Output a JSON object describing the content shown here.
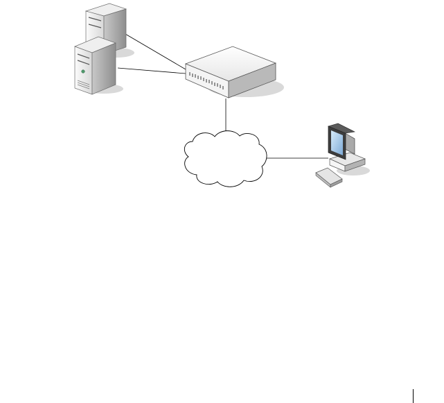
{
  "diagram": {
    "nodes": [
      {
        "id": "server-back",
        "kind": "tower-server"
      },
      {
        "id": "server-front",
        "kind": "tower-server"
      },
      {
        "id": "network-switch",
        "kind": "switch"
      },
      {
        "id": "network-cloud",
        "kind": "cloud"
      },
      {
        "id": "workstation",
        "kind": "desktop-computer"
      }
    ],
    "links": [
      {
        "from": "server-back",
        "to": "network-switch"
      },
      {
        "from": "server-front",
        "to": "network-switch"
      },
      {
        "from": "network-switch",
        "to": "network-cloud"
      },
      {
        "from": "network-cloud",
        "to": "workstation"
      }
    ]
  },
  "colors": {
    "line": "#000000",
    "device_light": "#f2f2f2",
    "device_mid": "#d4d4d4",
    "device_dark": "#9a9a9a",
    "shadow": "#d9d9d9",
    "screen": "#9ec6e8"
  }
}
